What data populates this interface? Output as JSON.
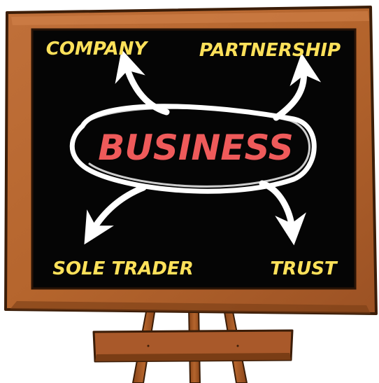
{
  "board": {
    "center_label": "BUSINESS",
    "corners": {
      "top_left": "COMPANY",
      "top_right": "PARTNERSHIP",
      "bottom_left": "SOLE TRADER",
      "bottom_right": "TRUST"
    }
  },
  "colors": {
    "frame": "#b5652d",
    "frame_dark": "#7a3d15",
    "board": "#050505",
    "chalk_white": "#ffffff",
    "chalk_yellow": "#fde15a",
    "chalk_red": "#ef5a5a",
    "easel_wood": "#a9592a"
  }
}
